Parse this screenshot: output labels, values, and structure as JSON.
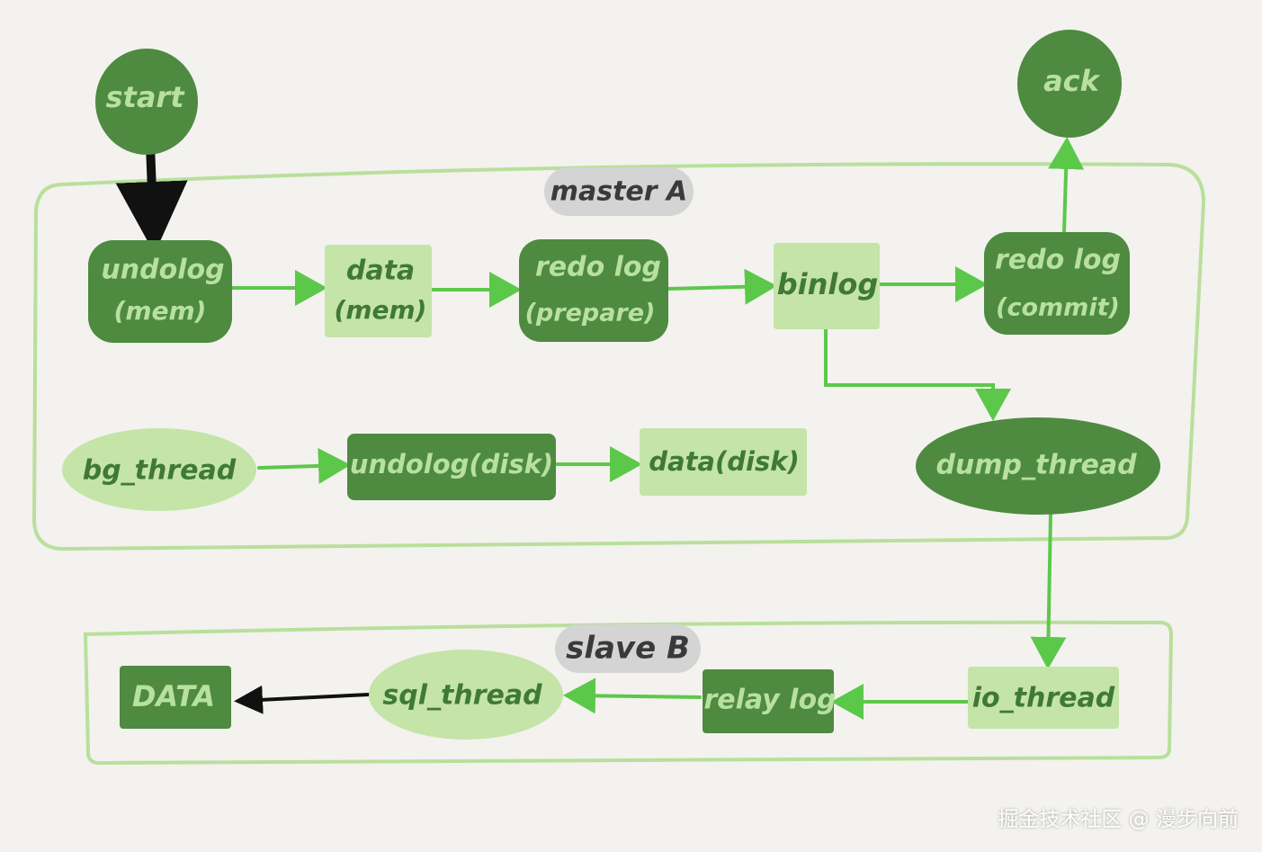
{
  "colors": {
    "background": "#f3f2ef",
    "dark_green": "#4e8a40",
    "light_green": "#c5e4a8",
    "arrow_green": "#5cc84a",
    "frame_green": "#b9df9c",
    "label_grey": "#d4d4d4",
    "black_arrow": "#111111"
  },
  "groups": {
    "master": "master A",
    "slave": "slave B"
  },
  "nodes": {
    "start": "start",
    "ack": "ack",
    "undolog_mem": [
      "undolog",
      "(mem)"
    ],
    "data_mem": [
      "data",
      "(mem)"
    ],
    "redo_prepare": [
      "redo log",
      "(prepare)"
    ],
    "binlog": "binlog",
    "redo_commit": [
      "redo log",
      "(commit)"
    ],
    "bg_thread": "bg_thread",
    "undolog_disk": "undolog(disk)",
    "data_disk": "data(disk)",
    "dump_thread": "dump_thread",
    "data_b": "DATA",
    "sql_thread": "sql_thread",
    "relay_log": "relay log",
    "io_thread": "io_thread"
  },
  "watermark": "掘金技术社区 @ 漫步向前"
}
